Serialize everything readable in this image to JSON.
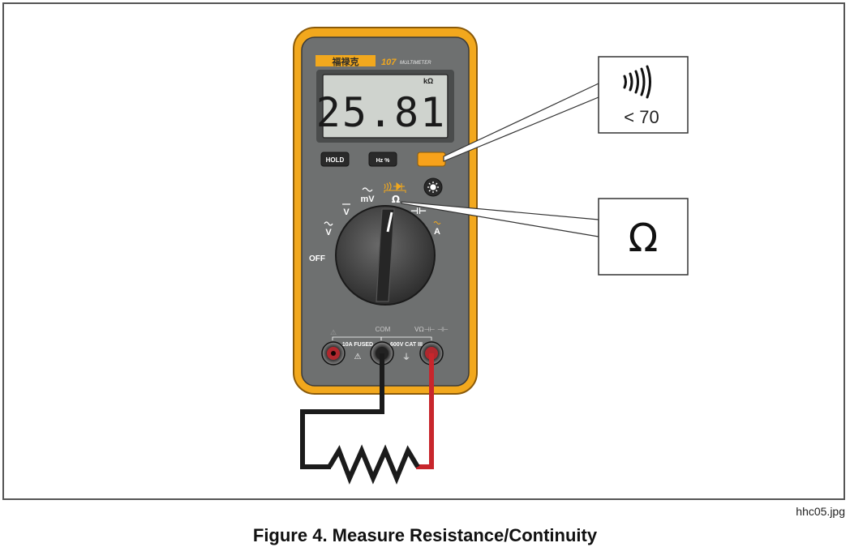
{
  "figure": {
    "caption": "Figure 4. Measure Resistance/Continuity",
    "file_label": "hhc05.jpg"
  },
  "meter": {
    "brand": "福禄克",
    "model": "107",
    "model_suffix": "MULTIMETER",
    "display_value": "25.81",
    "display_unit": "kΩ",
    "buttons": {
      "hold": "HOLD",
      "hz": "Hz %"
    },
    "dial_labels": {
      "off": "OFF",
      "v_ac": "V",
      "v_dc": "V",
      "mv": "mV",
      "ohm": "Ω",
      "cap": "⊣⊢",
      "amp": "A"
    },
    "terminals": {
      "left_marking": "10A FUSED",
      "com": "COM",
      "right_marking": "600V CAT III",
      "right_symbols": "VΩ⊣⊢ ⊣⊢"
    }
  },
  "callouts": {
    "continuity": {
      "icon": "continuity-beeper-icon",
      "text": "< 70"
    },
    "ohm": {
      "text": "Ω"
    }
  },
  "colors": {
    "holster": "#f2a81d",
    "meter_body": "#6e7070",
    "lcd": "#cfd3ce",
    "button_orange": "#f7a21b",
    "lead_red": "#c8262c",
    "lead_black": "#1b1b1b"
  }
}
